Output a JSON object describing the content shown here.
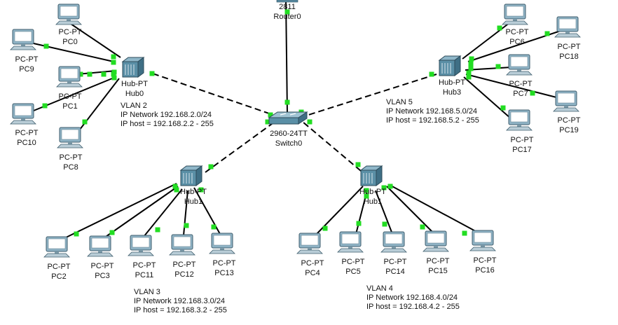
{
  "router": {
    "model": "2811",
    "name": "Router0"
  },
  "switch": {
    "model": "2960-24TT",
    "name": "Switch0"
  },
  "hubs": [
    {
      "id": "hub0",
      "model": "Hub-PT",
      "name": "Hub0"
    },
    {
      "id": "hub3",
      "model": "Hub-PT",
      "name": "Hub3"
    },
    {
      "id": "hub1",
      "model": "Hub-PT",
      "name": "Hub1"
    },
    {
      "id": "hub2",
      "model": "Hub-PT",
      "name": "Hub1"
    }
  ],
  "pcs": [
    {
      "id": "pc0",
      "model": "PC-PT",
      "name": "PC0",
      "hub": "hub0"
    },
    {
      "id": "pc9",
      "model": "PC-PT",
      "name": "PC9",
      "hub": "hub0"
    },
    {
      "id": "pc1",
      "model": "PC-PT",
      "name": "PC1",
      "hub": "hub0"
    },
    {
      "id": "pc10",
      "model": "PC-PT",
      "name": "PC10",
      "hub": "hub0"
    },
    {
      "id": "pc8",
      "model": "PC-PT",
      "name": "PC8",
      "hub": "hub0"
    },
    {
      "id": "pc6",
      "model": "PC-PT",
      "name": "PC6",
      "hub": "hub3"
    },
    {
      "id": "pc18",
      "model": "PC-PT",
      "name": "PC18",
      "hub": "hub3"
    },
    {
      "id": "pc7",
      "model": "PC-PT",
      "name": "PC7",
      "hub": "hub3"
    },
    {
      "id": "pc19",
      "model": "PC-PT",
      "name": "PC19",
      "hub": "hub3"
    },
    {
      "id": "pc17",
      "model": "PC-PT",
      "name": "PC17",
      "hub": "hub3"
    },
    {
      "id": "pc2",
      "model": "PC-PT",
      "name": "PC2",
      "hub": "hub1"
    },
    {
      "id": "pc3",
      "model": "PC-PT",
      "name": "PC3",
      "hub": "hub1"
    },
    {
      "id": "pc11",
      "model": "PC-PT",
      "name": "PC11",
      "hub": "hub1"
    },
    {
      "id": "pc12",
      "model": "PC-PT",
      "name": "PC12",
      "hub": "hub1"
    },
    {
      "id": "pc13",
      "model": "PC-PT",
      "name": "PC13",
      "hub": "hub1"
    },
    {
      "id": "pc4",
      "model": "PC-PT",
      "name": "PC4",
      "hub": "hub2"
    },
    {
      "id": "pc5",
      "model": "PC-PT",
      "name": "PC5",
      "hub": "hub2"
    },
    {
      "id": "pc14",
      "model": "PC-PT",
      "name": "PC14",
      "hub": "hub2"
    },
    {
      "id": "pc15",
      "model": "PC-PT",
      "name": "PC15",
      "hub": "hub2"
    },
    {
      "id": "pc16",
      "model": "PC-PT",
      "name": "PC16",
      "hub": "hub2"
    }
  ],
  "vlans": [
    {
      "id": "vlan2",
      "title": "VLAN 2",
      "network": "IP Network 192.168.2.0/24",
      "hosts": "IP host = 192.168.2.2 - 255"
    },
    {
      "id": "vlan5",
      "title": "VLAN 5",
      "network": "IP Network 192.168.5.0/24",
      "hosts": "IP host = 192.168.5.2 - 255"
    },
    {
      "id": "vlan3",
      "title": "VLAN 3",
      "network": "IP Network 192.168.3.0/24",
      "hosts": "IP host = 192.168.3.2 - 255"
    },
    {
      "id": "vlan4",
      "title": "VLAN 4",
      "network": "IP Network 192.168.4.0/24",
      "hosts": "IP host = 192.168.4.2 - 255"
    }
  ],
  "colors": {
    "link": "#000000",
    "port": "#22dd22",
    "device": "#5a8fa6"
  }
}
